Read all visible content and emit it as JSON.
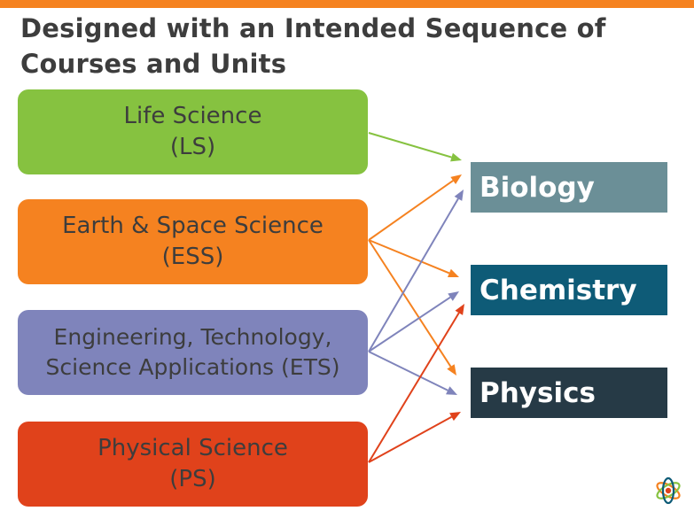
{
  "title": {
    "line1": "Designed with an Intended Sequence of",
    "line2": "Courses and Units"
  },
  "sources": [
    {
      "id": "ls",
      "line1": "Life Science",
      "line2": "(LS)",
      "color": "#86c240"
    },
    {
      "id": "ess",
      "line1": "Earth & Space Science",
      "line2": "(ESS)",
      "color": "#f58220"
    },
    {
      "id": "ets",
      "line1": "Engineering, Technology,",
      "line2": "Science Applications (ETS)",
      "color": "#7f84bb"
    },
    {
      "id": "ps",
      "line1": "Physical Science",
      "line2": "(PS)",
      "color": "#e0421b"
    }
  ],
  "targets": [
    {
      "id": "bio",
      "label": "Biology",
      "color": "#6b8f97"
    },
    {
      "id": "chem",
      "label": "Chemistry",
      "color": "#0e5b77"
    },
    {
      "id": "phys",
      "label": "Physics",
      "color": "#263a46"
    }
  ],
  "connections": [
    {
      "from": "ls",
      "to": "bio",
      "color": "#86c240"
    },
    {
      "from": "ess",
      "to": "bio",
      "color": "#f58220"
    },
    {
      "from": "ess",
      "to": "chem",
      "color": "#f58220"
    },
    {
      "from": "ess",
      "to": "phys",
      "color": "#f58220"
    },
    {
      "from": "ets",
      "to": "bio",
      "color": "#7f84bb"
    },
    {
      "from": "ets",
      "to": "chem",
      "color": "#7f84bb"
    },
    {
      "from": "ets",
      "to": "phys",
      "color": "#7f84bb"
    },
    {
      "from": "ps",
      "to": "chem",
      "color": "#e0421b"
    },
    {
      "from": "ps",
      "to": "phys",
      "color": "#e0421b"
    }
  ],
  "accent_color": "#f58220",
  "logo_icon": "atom-logo-icon"
}
